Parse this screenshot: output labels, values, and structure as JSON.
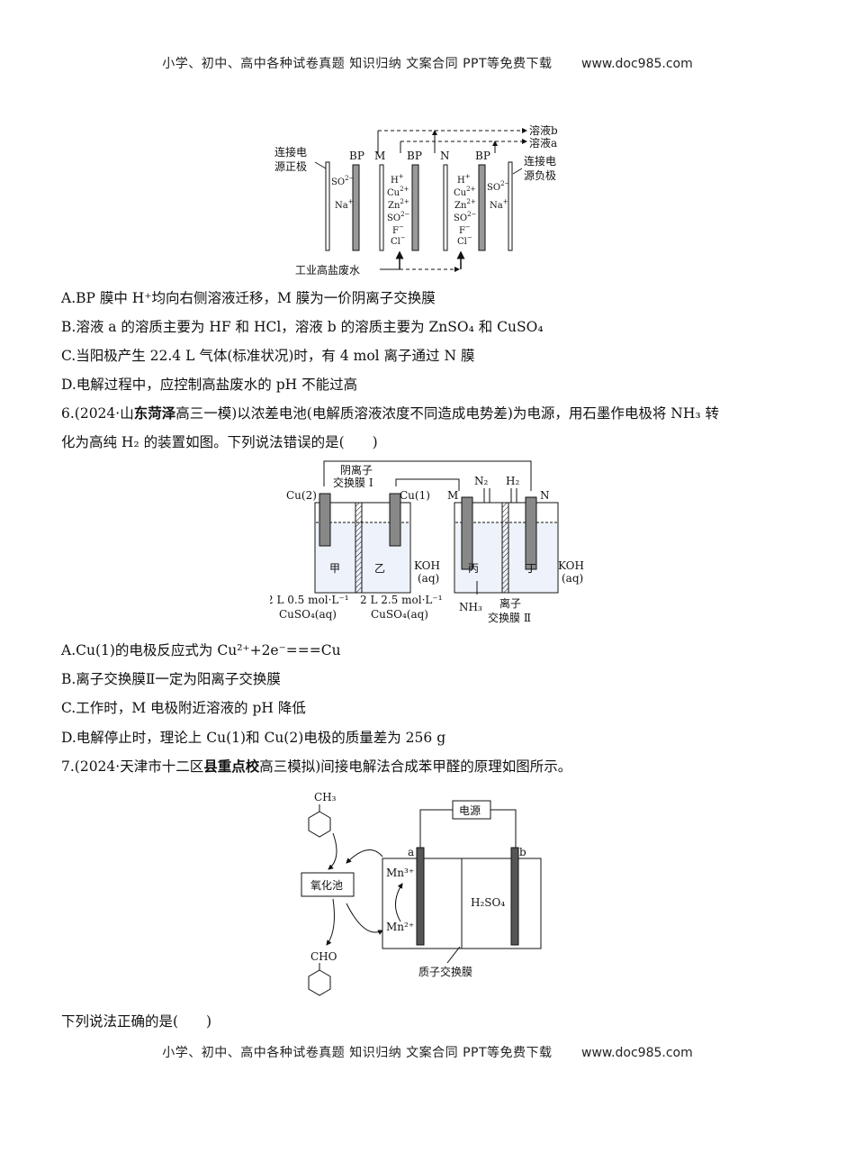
{
  "header": {
    "text": "小学、初中、高中各种试卷真题 知识归纳 文案合同 PPT等免费下载",
    "url": "www.doc985.com"
  },
  "footer": {
    "text": "小学、初中、高中各种试卷真题 知识归纳 文案合同 PPT等免费下载",
    "url": "www.doc985.com"
  },
  "fig1": {
    "left_label_1": "连接电",
    "left_label_2": "源正极",
    "right_label_1": "连接电",
    "right_label_2": "源负极",
    "bp": "BP",
    "m": "M",
    "n": "N",
    "sol_b": "溶液b",
    "sol_a": "溶液a",
    "na": "Na",
    "so4": "SO",
    "h": "H",
    "cu": "Cu",
    "zn": "Zn",
    "f": "F",
    "cl": "Cl",
    "waste": "工业高盐废水"
  },
  "q5_options": {
    "a": "A.BP 膜中 H⁺均向右侧溶液迁移，M 膜为一价阴离子交换膜",
    "b": "B.溶液 a 的溶质主要为 HF 和 HCl，溶液 b 的溶质主要为 ZnSO₄ 和 CuSO₄",
    "c": "C.当阳极产生 22.4 L 气体(标准状况)时，有 4 mol 离子通过 N 膜",
    "d": "D.电解过程中，应控制高盐废水的 pH 不能过高"
  },
  "q6": {
    "num": "6.(2024·山",
    "src": "东菏泽",
    "rest1": "高三一模)以浓差电池(电解质溶液浓度不同造成电势差)为电源，用石墨作电极将 NH₃ 转",
    "line2": "化为高纯 H₂ 的装置如图。下列说法错误的是(　　)"
  },
  "fig2": {
    "cu2": "Cu(2)",
    "cu1": "Cu(1)",
    "membrane1_1": "阴离子",
    "membrane1_2": "交换膜 Ⅰ",
    "m": "M",
    "n": "N",
    "n2": "N₂",
    "h2": "H₂",
    "jia": "甲",
    "yi": "乙",
    "bing": "丙",
    "ding": "丁",
    "koh1": "KOH",
    "koh1b": "(aq)",
    "koh2": "KOH",
    "koh2b": "(aq)",
    "nh3": "NH₃",
    "membrane2_1": "离子",
    "membrane2_2": "交换膜 Ⅱ",
    "conc1": "2 L 0.5 mol·L⁻¹",
    "conc1b": "CuSO₄(aq)",
    "conc2": "2 L 2.5 mol·L⁻¹",
    "conc2b": "CuSO₄(aq)"
  },
  "q6_options": {
    "a": "A.Cu(1)的电极反应式为 Cu²⁺+2e⁻===Cu",
    "b": "B.离子交换膜Ⅱ一定为阳离子交换膜",
    "c": "C.工作时，M 电极附近溶液的 pH 降低",
    "d": "D.电解停止时，理论上 Cu(1)和 Cu(2)电极的质量差为 256 g"
  },
  "q7": {
    "num": "7.(2024·天津市十二区",
    "src": "县重点校",
    "rest": "高三模拟)间接电解法合成苯甲醛的原理如图所示。",
    "after": "下列说法正确的是(　　)"
  },
  "fig3": {
    "ch3": "CH₃",
    "cho": "CHO",
    "power": "电源",
    "a": "a",
    "b": "b",
    "pool": "氧化池",
    "mn3": "Mn³⁺",
    "mn2": "Mn²⁺",
    "h2so4": "H₂SO₄",
    "membrane": "质子交换膜"
  }
}
